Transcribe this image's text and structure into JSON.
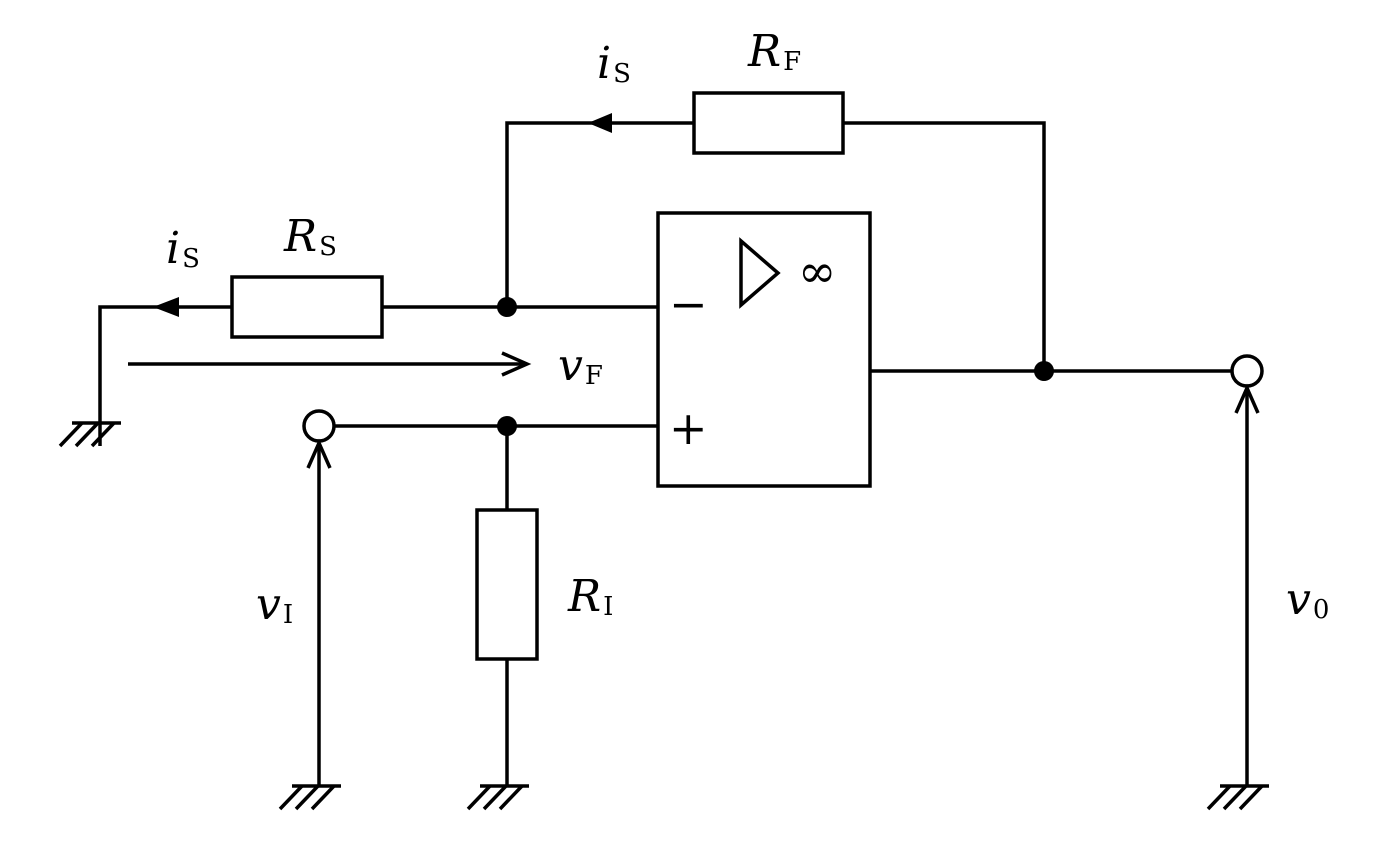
{
  "labels": {
    "rf": {
      "main": "R",
      "sub": "F"
    },
    "rs": {
      "main": "R",
      "sub": "S"
    },
    "ri": {
      "main": "R",
      "sub": "I"
    },
    "is_top": {
      "main": "i",
      "sub": "S"
    },
    "is_left": {
      "main": "i",
      "sub": "S"
    },
    "vf": {
      "main": "v",
      "sub": "F"
    },
    "vi": {
      "main": "v",
      "sub": "I"
    },
    "vo": {
      "main": "v",
      "sub": "0"
    }
  },
  "opamp": {
    "gain_symbol": "∞",
    "inverting_sign": "−",
    "noninverting_sign": "+"
  }
}
